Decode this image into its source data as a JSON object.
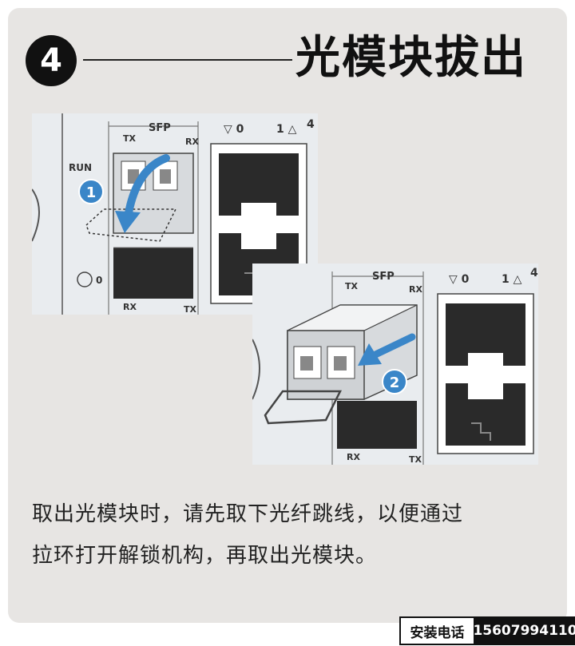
{
  "step": {
    "number": "4",
    "title": "光模块拔出"
  },
  "figure1": {
    "port_label": "SFP",
    "tx_top": "TX",
    "rx_top": "RX",
    "run_label": "RUN",
    "led_label": "0",
    "rx_bottom": "RX",
    "tx_bottom": "TX",
    "port0": "▽ 0",
    "port1": "1 △",
    "slot_number": "4",
    "step_marker": "1"
  },
  "figure2": {
    "port_label": "SFP",
    "tx_top": "TX",
    "rx_top": "RX",
    "rx_bottom": "RX",
    "tx_bottom": "TX",
    "port0": "▽ 0",
    "port1": "1 △",
    "slot_number": "4",
    "step_marker": "2"
  },
  "instructions": {
    "line1": "取出光模块时，请先取下光纤跳线，以便通过",
    "line2": "拉环打开解锁机构，再取出光模块。"
  },
  "contact": {
    "label": "安装电话",
    "phone": "15607994110"
  },
  "colors": {
    "card_bg": "#e7e5e3",
    "figure_bg": "#e9ecef",
    "arrow_blue": "#3a86c8",
    "port_dark": "#2a2a2a"
  }
}
